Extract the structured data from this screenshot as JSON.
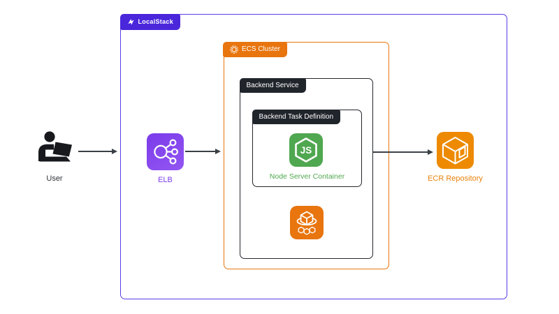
{
  "colors": {
    "background": "#FFFFFF",
    "localstack_border": "#5B3BE8",
    "localstack_badge": "#4A27DB",
    "cluster_orange": "#E8750E",
    "ecr_orange": "#ED8A01",
    "ecr_text": "#E8820B",
    "elb_purple_start": "#7B3BEA",
    "elb_purple_end": "#9356F2",
    "elb_text": "#7C3AED",
    "node_green": "#4FA74F",
    "badge_dark": "#20242B",
    "dark_border": "#23262C",
    "arrow": "#3B4046",
    "text_dark": "#2E3238",
    "icon_black": "#17191D"
  },
  "diagram": {
    "localstack": {
      "label": "LocalStack"
    },
    "ecs_cluster": {
      "label": "ECS Cluster"
    },
    "backend_service": {
      "label": "Backend Service"
    },
    "backend_task": {
      "label": "Backend Task Definition"
    },
    "node_container": {
      "label": "Node Server Container",
      "hexagon_text": "JS"
    },
    "user": {
      "label": "User"
    },
    "elb": {
      "label": "ELB"
    },
    "ecr": {
      "label": "ECR Repository"
    }
  },
  "icons": {
    "localstack_logo": "localstack-logo-icon",
    "ecs_cluster_badge": "hexagon-cluster-icon",
    "elb": "load-balancer-icon",
    "nodejs": "nodejs-hexagon-icon",
    "ecs_service": "ecs-containers-icon",
    "ecr": "ecr-cube-icon",
    "user": "person-at-laptop-icon"
  }
}
